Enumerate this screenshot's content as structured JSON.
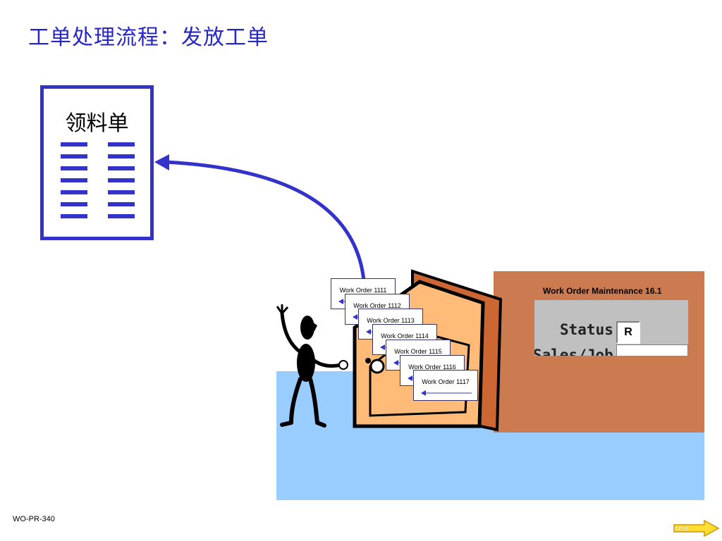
{
  "slide": {
    "title": "工单处理流程：发放工单",
    "doc_code": "WO-PR-340"
  },
  "requisition": {
    "title": "领料单"
  },
  "work_order_window": {
    "title": "Work Order Maintenance 16.1",
    "status_label": "Status:",
    "status_value": "R",
    "sales_job_label": "Sales/Job:"
  },
  "work_orders": [
    {
      "label": "Work Order 1111"
    },
    {
      "label": "Work Order 1112"
    },
    {
      "label": "Work Order 1113"
    },
    {
      "label": "Work Order 1114"
    },
    {
      "label": "Work Order 1115"
    },
    {
      "label": "Work Order 1116"
    },
    {
      "label": "Work Order 1117"
    }
  ],
  "navigation": {
    "next_label": "next"
  },
  "colors": {
    "accent_blue": "#3333cc",
    "title_blue": "#2727c8",
    "wall_brown": "#cc7a4f",
    "floor_blue": "#99ccff",
    "door_orange": "#ffbb77",
    "door_frame": "#cc6633"
  },
  "icons": {
    "requisition": "document-icon",
    "figure": "person-icon",
    "door": "door-icon",
    "next": "arrow-right-icon"
  }
}
